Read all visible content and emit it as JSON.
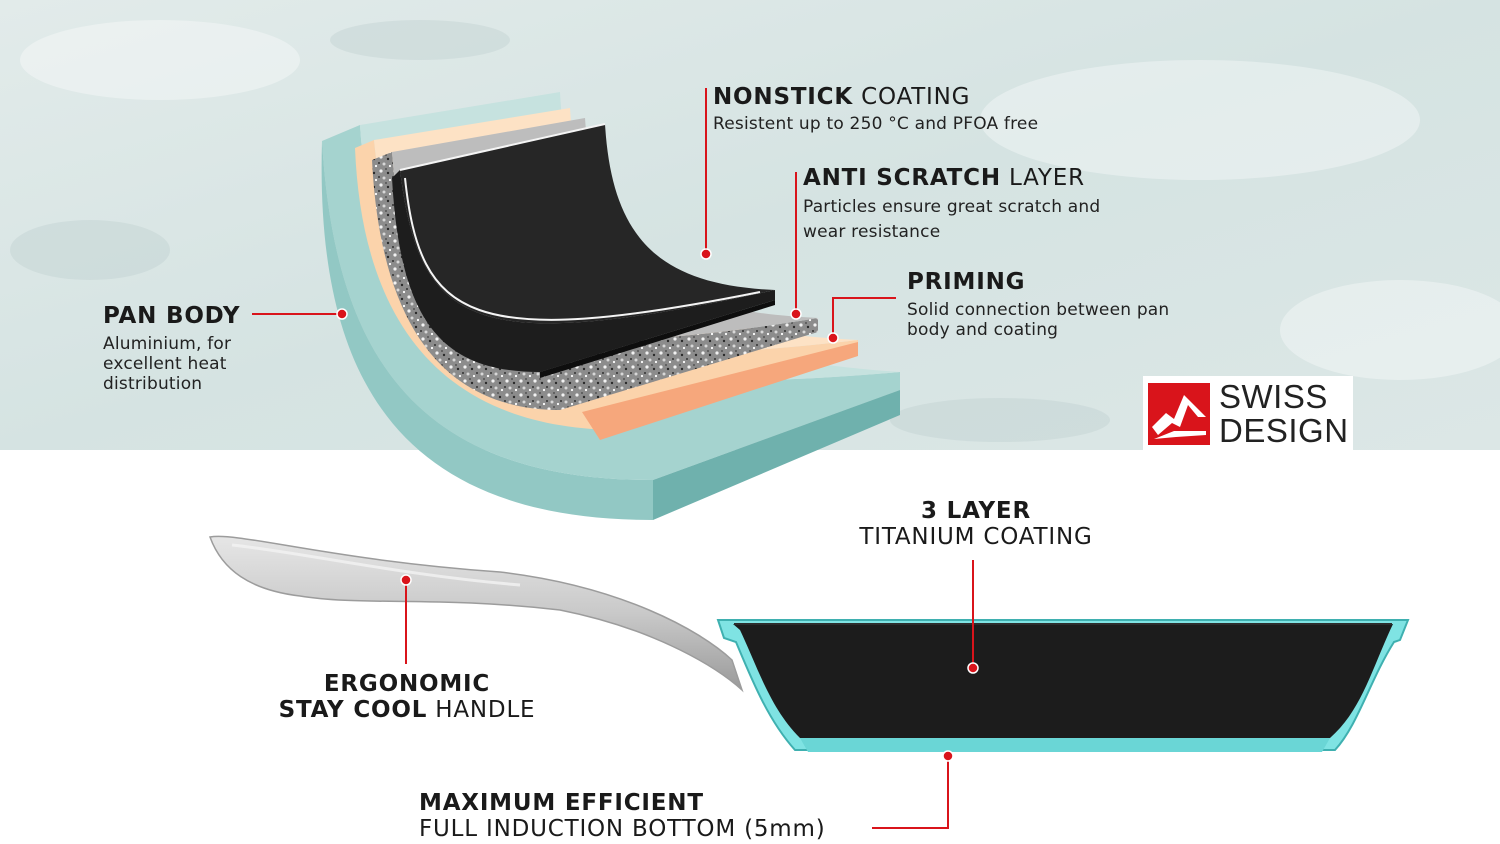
{
  "labels": {
    "nonstick": {
      "strong": "NONSTICK",
      "light": "COATING",
      "desc": [
        "Resistent up to 250 °C and PFOA free"
      ]
    },
    "anti_scratch": {
      "strong": "ANTI SCRATCH",
      "light": "LAYER",
      "desc": [
        "Particles ensure great scratch and",
        "wear resistance"
      ]
    },
    "priming": {
      "strong": "PRIMING",
      "light": "",
      "desc": [
        "Solid connection between pan",
        "body and coating"
      ]
    },
    "pan_body": {
      "strong": "PAN BODY",
      "light": "",
      "desc": [
        "Aluminium, for",
        "excellent heat",
        "distribution"
      ]
    },
    "three_layer": {
      "strong": "3 LAYER",
      "light": "TITANIUM COATING"
    },
    "handle": {
      "strong_line1": "ERGONOMIC",
      "strong_line2": "STAY COOL",
      "light_line2": "HANDLE"
    },
    "bottom": {
      "strong": "MAXIMUM EFFICIENT",
      "light": "FULL INDUCTION BOTTOM (5mm)"
    }
  },
  "logo": {
    "line1": "SWISS",
    "line2": "DESIGN",
    "icon": "swiss-design-logo-icon"
  },
  "colors": {
    "accent_red": "#d9141b",
    "pan_body_teal": "#a5d3cf",
    "priming_orange": "#f6a77c",
    "priming_light": "#fbd3ab",
    "nonstick_black": "#1d1d1d",
    "pan_base_cyan": "#7fe3e3",
    "handle_silver": "#c4c4c4"
  }
}
